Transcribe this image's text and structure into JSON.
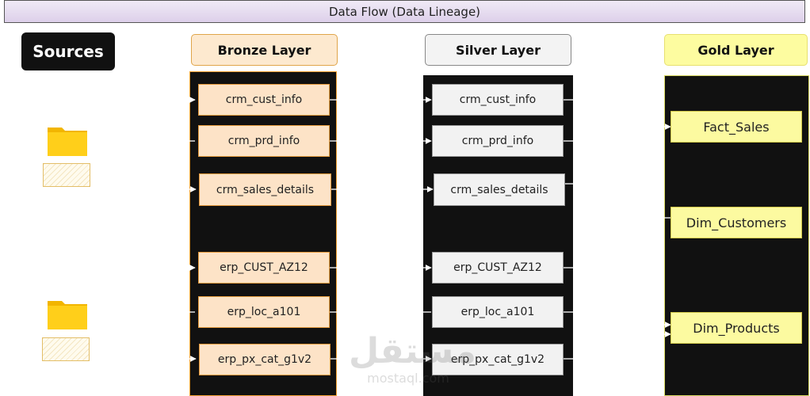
{
  "title": "Data Flow (Data Lineage)",
  "sources": {
    "label": "Sources"
  },
  "bronze": {
    "label": "Bronze Layer",
    "tables": [
      "crm_cust_info",
      "crm_prd_info",
      "crm_sales_details",
      "erp_CUST_AZ12",
      "erp_loc_a101",
      "erp_px_cat_g1v2"
    ]
  },
  "silver": {
    "label": "Silver Layer",
    "tables": [
      "crm_cust_info",
      "crm_prd_info",
      "crm_sales_details",
      "erp_CUST_AZ12",
      "erp_loc_a101",
      "erp_px_cat_g1v2"
    ]
  },
  "gold": {
    "label": "Gold Layer",
    "tables": [
      "Fact_Sales",
      "Dim_Customers",
      "Dim_Products"
    ]
  },
  "watermark": {
    "arabic": "مستقل",
    "latin": "mostaql.com"
  },
  "colors": {
    "bronze": "#fde3c7",
    "silver": "#f2f2f2",
    "gold": "#fcfaa0",
    "panel": "#111111"
  }
}
